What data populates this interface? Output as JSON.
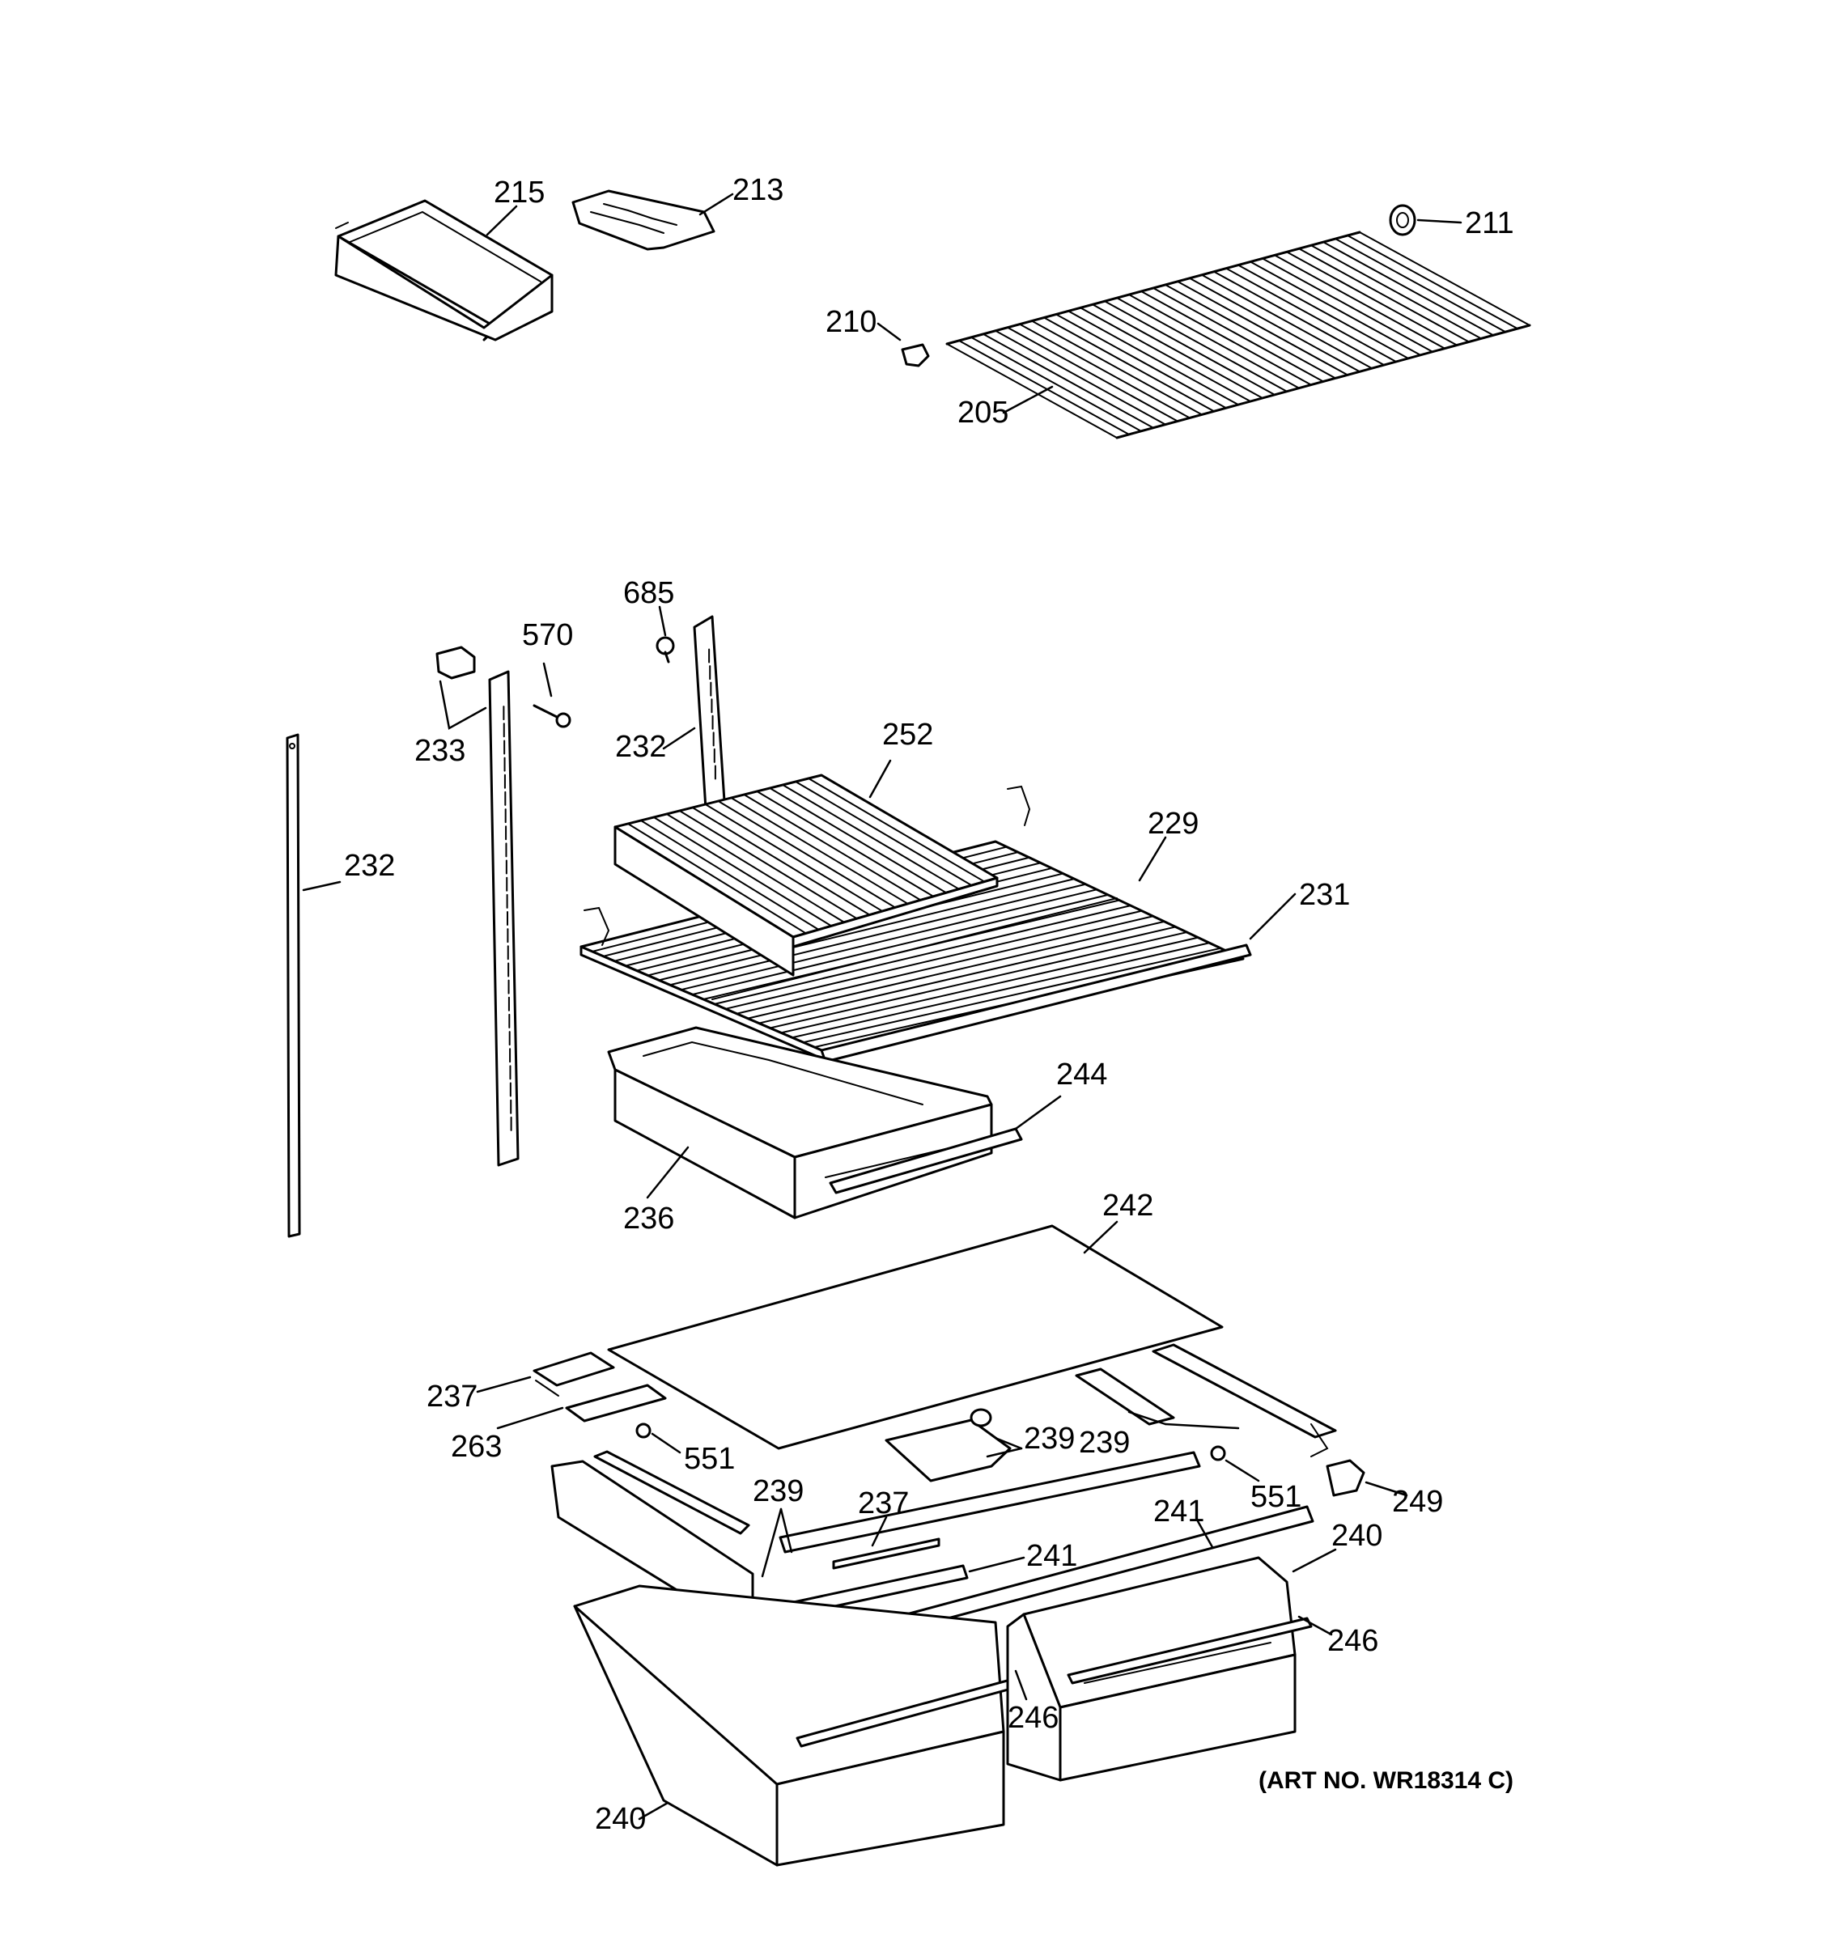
{
  "labels": {
    "l215": "215",
    "l213": "213",
    "l211": "211",
    "l210": "210",
    "l205": "205",
    "l685": "685",
    "l570": "570",
    "l233": "233",
    "l232a": "232",
    "l232b": "232",
    "l252": "252",
    "l229": "229",
    "l231": "231",
    "l244": "244",
    "l236": "236",
    "l242": "242",
    "l237a": "237",
    "l263": "263",
    "l551a": "551",
    "l239a": "239",
    "l239b": "239",
    "l551b": "551",
    "l249": "249",
    "l239c": "239",
    "l237b": "237",
    "l241a": "241",
    "l241b": "241",
    "l240a": "240",
    "l246a": "246",
    "l246b": "246",
    "l240b": "240"
  },
  "art_number": "(ART NO. WR18314 C)"
}
